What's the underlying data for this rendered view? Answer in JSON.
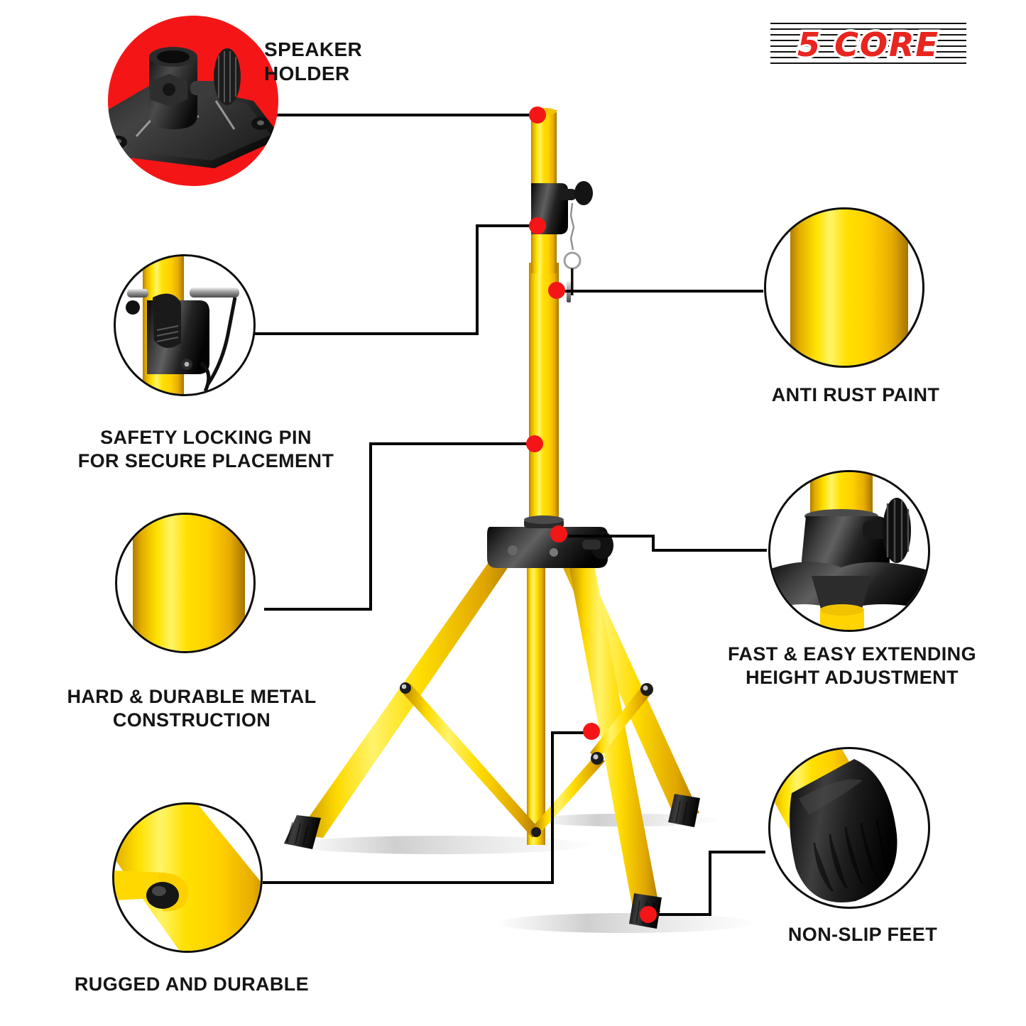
{
  "brand": {
    "logo_text": "5 CORE",
    "logo_color": "#e8251f"
  },
  "theme": {
    "accent_red": "#f41616",
    "tube_yellow": "#ffe000",
    "hardware_black": "#151515",
    "background": "#ffffff"
  },
  "product": {
    "name": "speaker tripod stand",
    "pole_color": "#ffe000",
    "hardware_color": "#151515"
  },
  "callouts": [
    {
      "id": "speaker-holder",
      "label": "SPEAKER\nHOLDER",
      "detail_icon": "speaker-holder-bracket",
      "circle_style": "red-fill",
      "align": "left"
    },
    {
      "id": "safety-locking-pin",
      "label": "SAFETY LOCKING PIN\nFOR SECURE PLACEMENT",
      "detail_icon": "locking-pin-clamp",
      "circle_style": "outline",
      "align": "center"
    },
    {
      "id": "hard-durable-metal",
      "label": "HARD & DURABLE METAL\nCONSTRUCTION",
      "detail_icon": "yellow-tube-closeup",
      "circle_style": "outline",
      "align": "center"
    },
    {
      "id": "rugged-and-durable",
      "label": "RUGGED AND DURABLE",
      "detail_icon": "brace-rivet-closeup",
      "circle_style": "outline",
      "align": "center"
    },
    {
      "id": "anti-rust-paint",
      "label": "ANTI RUST PAINT",
      "detail_icon": "painted-tube-closeup",
      "circle_style": "outline",
      "align": "center"
    },
    {
      "id": "height-adjustment",
      "label": "FAST & EASY EXTENDING\nHEIGHT ADJUSTMENT",
      "detail_icon": "tripod-hub-knob",
      "circle_style": "outline",
      "align": "center"
    },
    {
      "id": "non-slip-feet",
      "label": "NON-SLIP FEET",
      "detail_icon": "rubber-foot-closeup",
      "circle_style": "outline",
      "align": "center"
    }
  ]
}
